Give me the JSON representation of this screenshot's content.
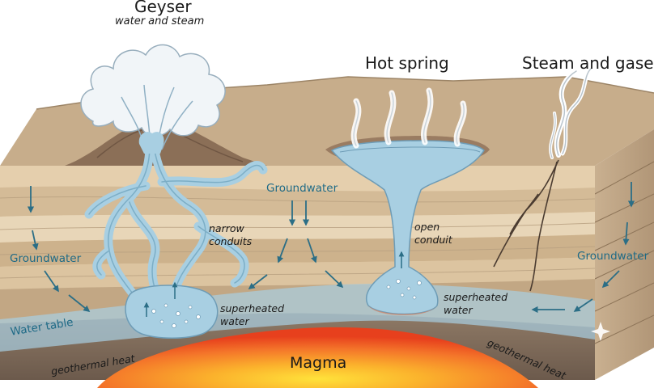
{
  "labels": {
    "geyser": "Geyser",
    "geyser_sub": "water and steam",
    "hot_spring": "Hot spring",
    "steam_gases": "Steam and gases",
    "groundwater_center": "Groundwater",
    "groundwater_left": "Groundwater",
    "groundwater_right": "Groundwater",
    "narrow_conduits_1": "narrow",
    "narrow_conduits_2": "conduits",
    "open_conduit_1": "open",
    "open_conduit_2": "conduit",
    "superheated_left_1": "superheated",
    "superheated_left_2": "water",
    "superheated_right_1": "superheated",
    "superheated_right_2": "water",
    "water_table": "Water table",
    "geothermal_left": "geothermal heat",
    "geothermal_right": "geothermal heat",
    "magma": "Magma"
  },
  "colors": {
    "water": "#a8cfe2",
    "water_dark": "#5f98b4",
    "arrow": "#2b6e86",
    "magma_core": "#ffe23a",
    "magma_edge": "#e7401d",
    "rock_light": "#e7d2b2",
    "rock_dark": "#ad9479"
  }
}
